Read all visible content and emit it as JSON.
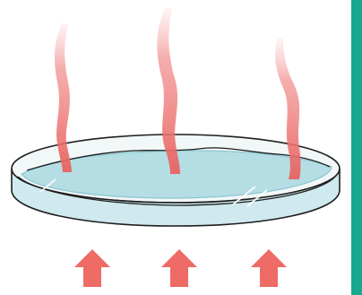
{
  "illustration": {
    "subject": "petri-dish-evaporation",
    "icons": {
      "dish": "petri-dish-icon",
      "vapor": "vapor-wisp-icon",
      "heat": "heat-arrow-icon"
    },
    "colors": {
      "background": "#ffffff",
      "water": "#b4dde4",
      "water_edge": "#8cc6d1",
      "dish_rim": "#f2f7f8",
      "outline": "#1e1e1e",
      "vapor": "#ee7a78",
      "vapor_light": "#f4b4b2",
      "heat_arrow": "#ee6b66",
      "side_strip": "#18a88e"
    },
    "vapor_wisp_count": 3,
    "heat_arrow_count": 3
  }
}
